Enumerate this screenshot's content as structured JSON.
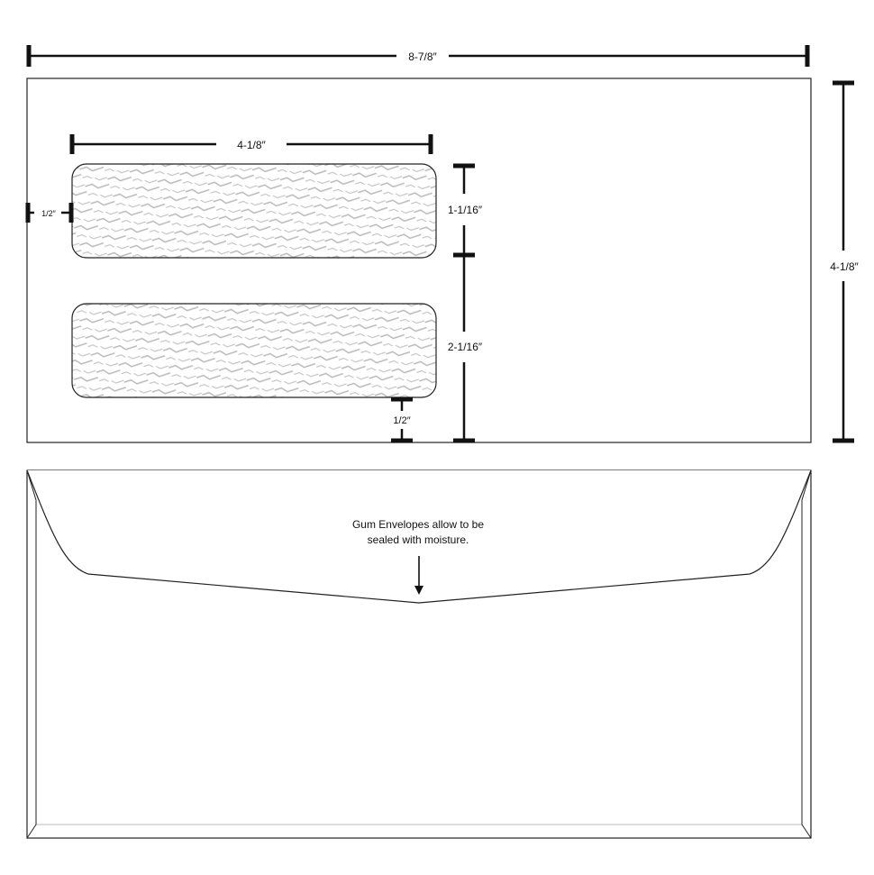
{
  "front_view": {
    "dimensions": {
      "overall_width": "8-7/8″",
      "overall_height": "4-1/8″",
      "window_width": "4-1/8″",
      "left_margin": "1/2″",
      "upper_window_height": "1-1/16″",
      "lower_section_height": "2-1/16″",
      "bottom_margin": "1/2″"
    }
  },
  "back_view": {
    "note_line1": "Gum Envelopes allow to be",
    "note_line2": "sealed with moisture."
  },
  "colors": {
    "line": "#111111",
    "window_fill": "#f4f4f4",
    "window_pattern": "#b9b9b9"
  }
}
